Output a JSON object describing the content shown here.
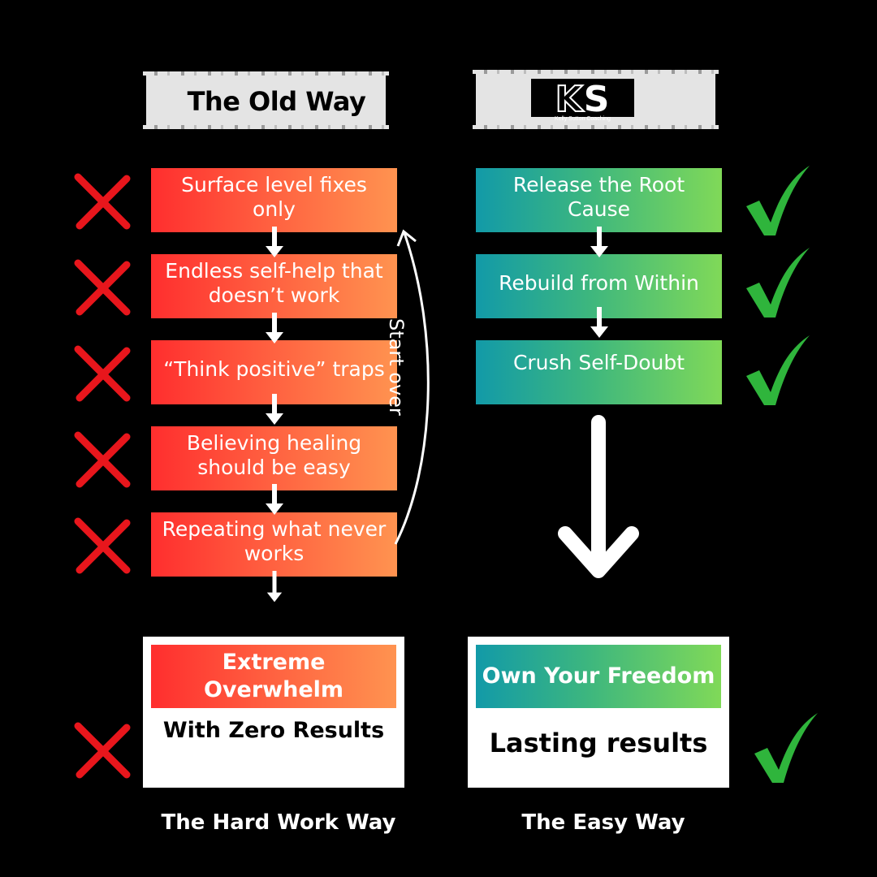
{
  "header": {
    "left_title": "The Old Way",
    "right_logo": {
      "initials_k": "K",
      "initials_s": "S",
      "subtitle": "Kelly Sutton Coaching"
    }
  },
  "old_way": {
    "steps": [
      {
        "label": "Surface level fixes only",
        "marker": "x-mark-icon"
      },
      {
        "label": "Endless self-help that doesn’t work",
        "marker": "x-mark-icon"
      },
      {
        "label": "“Think positive” traps",
        "marker": "x-mark-icon"
      },
      {
        "label": "Believing healing should be easy",
        "marker": "x-mark-icon"
      },
      {
        "label": "Repeating what never works",
        "marker": "x-mark-icon"
      }
    ],
    "loop_label": "Start over",
    "result": {
      "headline": "Extreme Overwhelm",
      "subtext": "With Zero Results",
      "marker": "x-mark-icon"
    },
    "footer": "The Hard Work Way"
  },
  "new_way": {
    "steps": [
      {
        "label": "Release the Root Cause",
        "marker": "check-mark-icon"
      },
      {
        "label": "Rebuild from Within",
        "marker": "check-mark-icon"
      },
      {
        "label": "Crush Self-Doubt",
        "marker": "check-mark-icon"
      }
    ],
    "result": {
      "headline": "Own Your Freedom",
      "subtext": "Lasting results",
      "marker": "check-mark-icon"
    },
    "footer": "The Easy Way"
  },
  "colors": {
    "background": "#000000",
    "old_gradient_start": "#ff2e2e",
    "old_gradient_end": "#ff9350",
    "new_gradient_start": "#129aa8",
    "new_gradient_end": "#80d958",
    "x_mark": "#e8161c",
    "check_mark": "#2fb53c",
    "brush": "#e4e4e4"
  }
}
